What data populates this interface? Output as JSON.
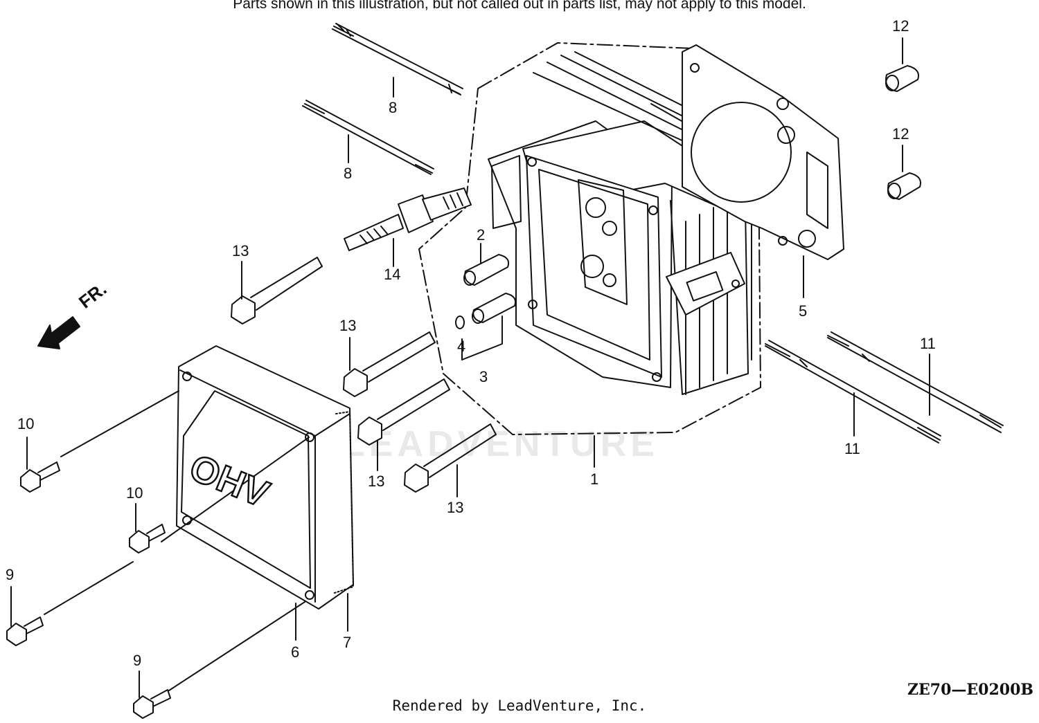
{
  "disclaimer": "Parts shown in this illustration, but not called out in parts list, may not apply to this model.",
  "diagram_code": "ZE70—E0200B",
  "credit": "Rendered by LeadVenture, Inc.",
  "watermark": "LEADVENTURE",
  "direction_label": "FR.",
  "cover_label": "OHV",
  "callouts": {
    "c1": "1",
    "c2": "2",
    "c3": "3",
    "c4": "4",
    "c5": "5",
    "c6": "6",
    "c7": "7",
    "c8a": "8",
    "c8b": "8",
    "c9a": "9",
    "c9b": "9",
    "c10a": "10",
    "c10b": "10",
    "c11a": "11",
    "c11b": "11",
    "c12a": "12",
    "c12b": "12",
    "c13a": "13",
    "c13b": "13",
    "c13c": "13",
    "c13d": "13",
    "c14": "14"
  }
}
